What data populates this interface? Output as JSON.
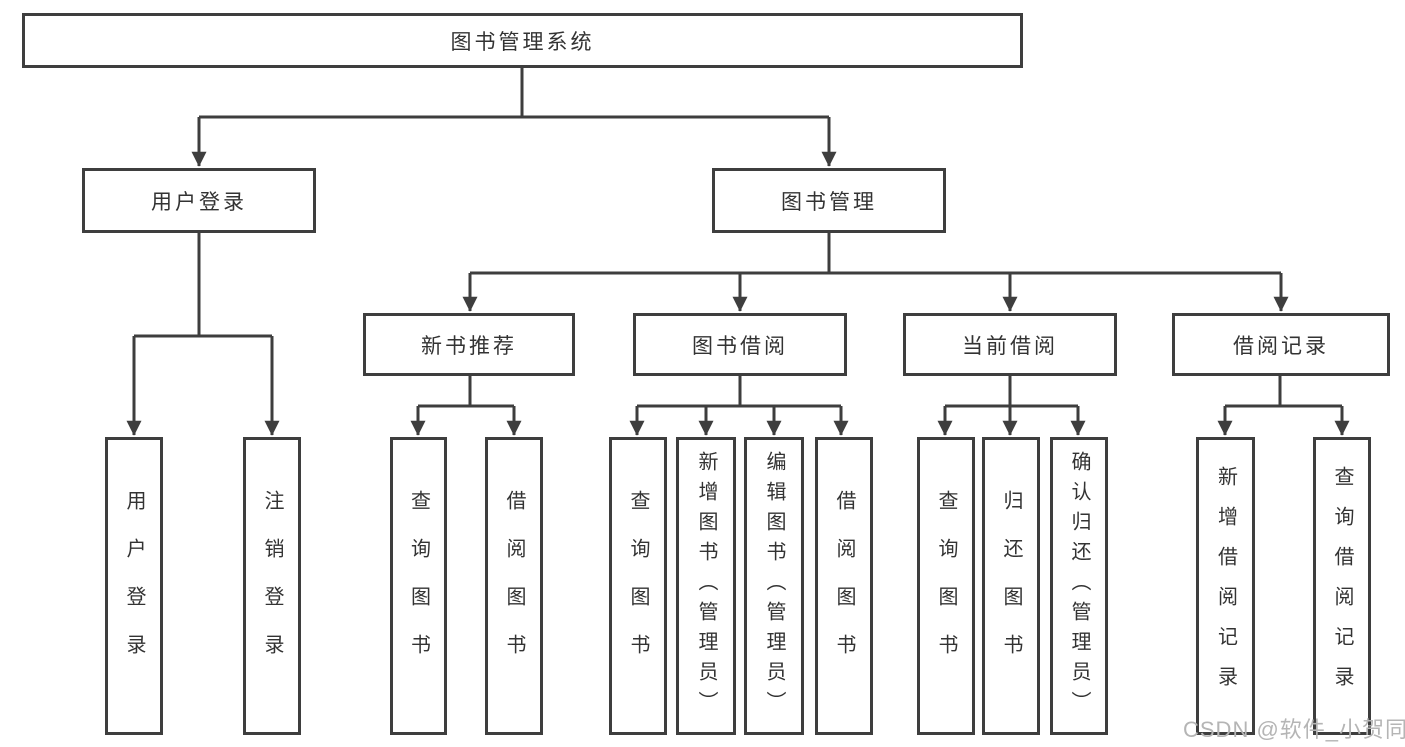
{
  "diagram_title": "图书管理系统",
  "tree": {
    "root": {
      "label": "图书管理系统"
    },
    "children": [
      {
        "label": "用户登录",
        "children": [
          {
            "label": "用户登录"
          },
          {
            "label": "注销登录"
          }
        ]
      },
      {
        "label": "图书管理",
        "children": [
          {
            "label": "新书推荐",
            "children": [
              {
                "label": "查询图书"
              },
              {
                "label": "借阅图书"
              }
            ]
          },
          {
            "label": "图书借阅",
            "children": [
              {
                "label": "查询图书"
              },
              {
                "label": "新增图书（管理员）"
              },
              {
                "label": "编辑图书（管理员）"
              },
              {
                "label": "借阅图书"
              }
            ]
          },
          {
            "label": "当前借阅",
            "children": [
              {
                "label": "查询图书"
              },
              {
                "label": "归还图书"
              },
              {
                "label": "确认归还（管理员）"
              }
            ]
          },
          {
            "label": "借阅记录",
            "children": [
              {
                "label": "新增借阅记录"
              },
              {
                "label": "查询借阅记录"
              }
            ]
          }
        ]
      }
    ]
  },
  "watermark": {
    "text": "CSDN @软件_小贺同学",
    "color": "#b5b5b5"
  },
  "colors": {
    "line": "#3e3e3e",
    "box_border": "#3e3e3e",
    "box_fill": "#ffffff",
    "text": "#333333",
    "background": "#ffffff"
  }
}
